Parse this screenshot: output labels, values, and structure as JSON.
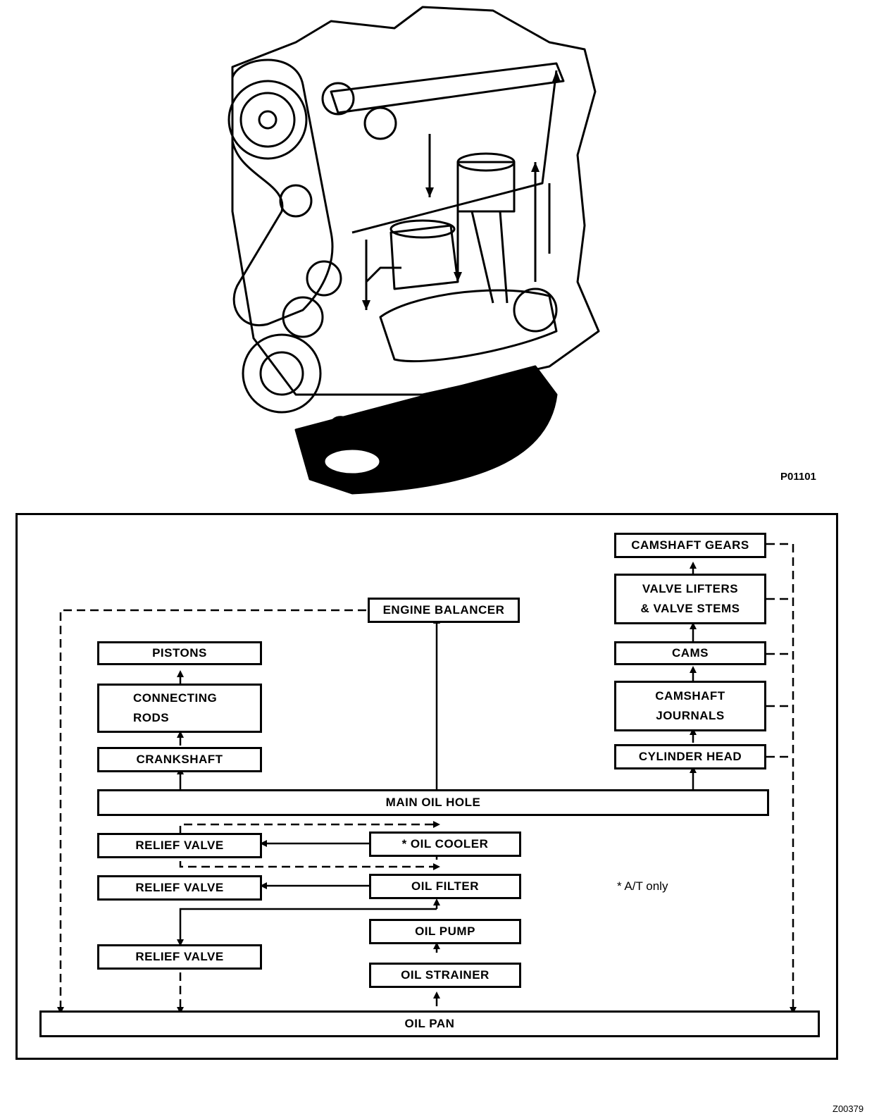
{
  "illustration": {
    "code": "P01101"
  },
  "diagram": {
    "boxes": {
      "camshaft_gears": "CAMSHAFT GEARS",
      "valve_lifters": "VALVE LIFTERS\n& VALVE STEMS",
      "engine_balancer": "ENGINE BALANCER",
      "pistons": "PISTONS",
      "cams": "CAMS",
      "connecting_rods": "CONNECTING\nRODS",
      "camshaft_journals": "CAMSHAFT\nJOURNALS",
      "crankshaft": "CRANKSHAFT",
      "cylinder_head": "CYLINDER HEAD",
      "main_oil_hole": "MAIN OIL HOLE",
      "relief_valve_1": "RELIEF VALVE",
      "oil_cooler": "* OIL COOLER",
      "relief_valve_2": "RELIEF VALVE",
      "oil_filter": "OIL FILTER",
      "oil_pump": "OIL PUMP",
      "relief_valve_3": "RELIEF VALVE",
      "oil_strainer": "OIL STRAINER",
      "oil_pan": "OIL PAN"
    },
    "note": "* A/T only"
  },
  "page_code": "Z00379"
}
